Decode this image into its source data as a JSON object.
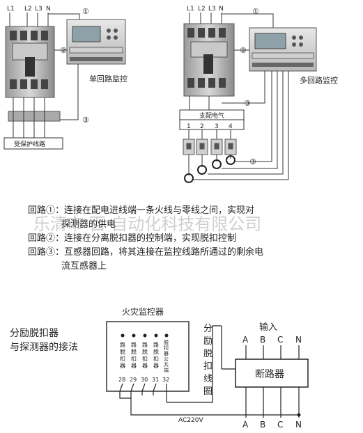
{
  "top_left": {
    "phase_labels": [
      "L1",
      "L2",
      "L3",
      "N"
    ],
    "circuit_marks": [
      "①",
      "②",
      "③"
    ],
    "caption": "单回路监控",
    "protected_line": "受保护线路"
  },
  "top_right": {
    "phase_labels": [
      "L1",
      "L2",
      "L3",
      "N"
    ],
    "circuit_marks": [
      "①",
      "②",
      "③",
      "③"
    ],
    "caption": "多回路监控",
    "sub_panel": {
      "title": "支配电气",
      "numbers": [
        "1",
        "2",
        "3",
        "4"
      ]
    }
  },
  "watermark": "乐清市 百 自动化科技有限公司",
  "notes": [
    {
      "lines": [
        "回路①：连接在配电进线端一条火线与零线之间，实现对",
        "探测器的供电"
      ]
    },
    {
      "lines": [
        "回路②：连接在分离脱扣器的控制端，实现脱扣控制"
      ]
    },
    {
      "lines": [
        "回路③：互感器回路，将其连接在监控线路所通过的剩余电",
        "流互感器上"
      ]
    }
  ],
  "wiring": {
    "title_lines": [
      "分励脱扣器",
      "与探测器的接法"
    ],
    "fire_controller": {
      "title": "火灾监控器",
      "columns": [
        [
          "路",
          "脱",
          "扣",
          "器"
        ],
        [
          "路",
          "脱",
          "扣",
          "器"
        ],
        [
          "路",
          "脱",
          "扣",
          "器"
        ],
        [
          "路",
          "脱",
          "扣",
          "器"
        ],
        [
          "脱",
          "扣",
          "器",
          "公",
          "共",
          "端"
        ]
      ],
      "terminals": [
        "28",
        "29",
        "30",
        "31",
        "32"
      ]
    },
    "shunt_label": [
      "分",
      "励",
      "脱",
      "扣",
      "线",
      "圈"
    ],
    "input_label": "输入",
    "top_terminals": [
      "A",
      "B",
      "C",
      "N"
    ],
    "breaker_label": "断路器",
    "bottom_terminals": [
      "A",
      "B",
      "C",
      "N"
    ],
    "supply_label": "AC220V"
  }
}
